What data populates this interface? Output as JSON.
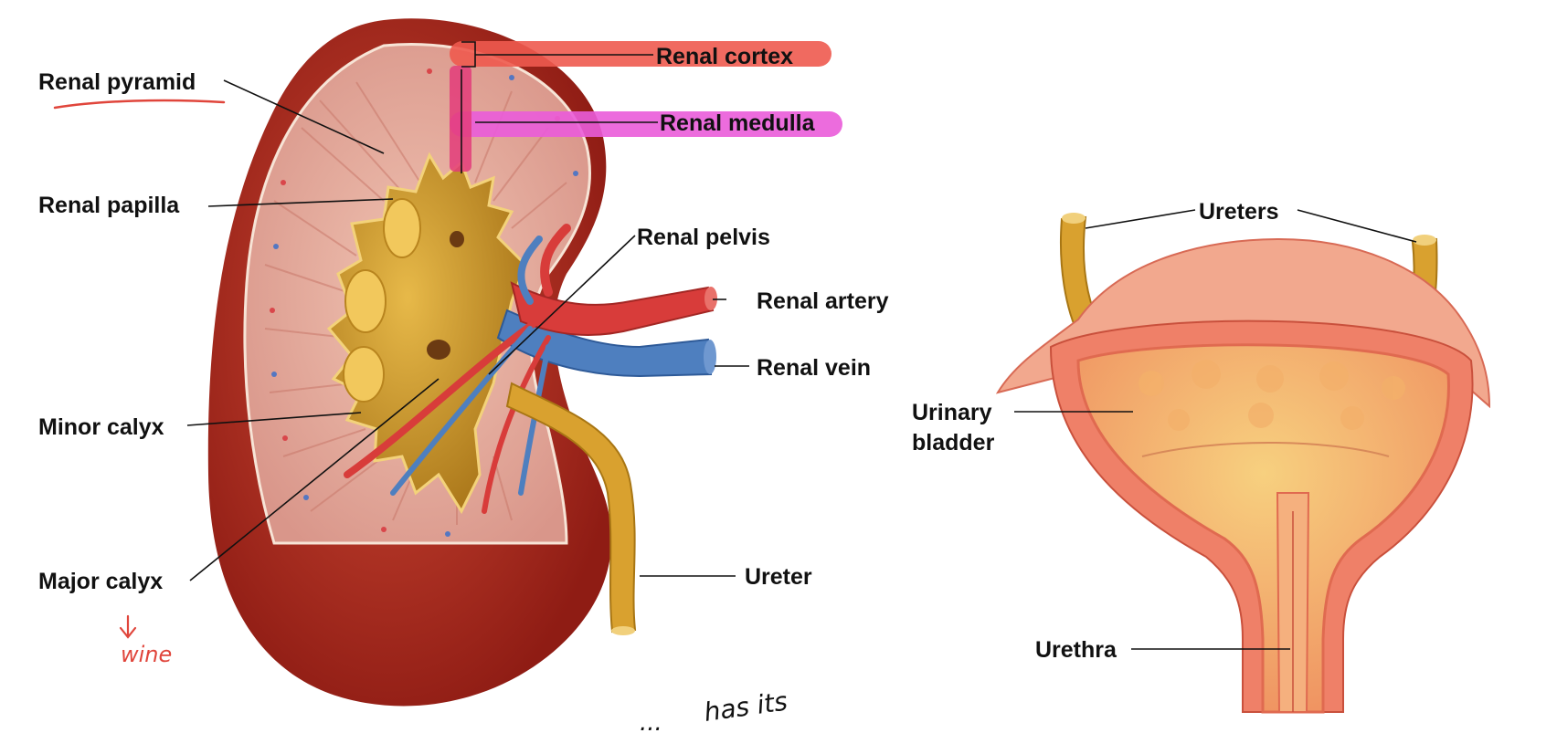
{
  "kidney": {
    "labels": {
      "renal_pyramid": "Renal pyramid",
      "renal_cortex": "Renal cortex",
      "renal_medulla": "Renal medulla",
      "renal_papilla": "Renal papilla",
      "renal_pelvis": "Renal pelvis",
      "renal_artery": "Renal artery",
      "renal_vein": "Renal vein",
      "minor_calyx": "Minor calyx",
      "major_calyx": "Major calyx",
      "ureter": "Ureter"
    },
    "highlights": {
      "cortex_color": "#ee5a4f",
      "medulla_color": "#ea5cd9"
    }
  },
  "bladder": {
    "labels": {
      "ureters": "Ureters",
      "urinary_bladder_line1": "Urinary",
      "urinary_bladder_line2": "bladder",
      "urethra": "Urethra"
    }
  },
  "annotations": {
    "ink_color": "#e0453b",
    "major_calyx_note": "wine",
    "bottom_note_1": "has its",
    "bottom_note_2": "..."
  },
  "colors": {
    "kidney_outer": "#b5281c",
    "kidney_inner": "#eab7a4",
    "pelvis": "#d39f2c",
    "artery": "#d83c3a",
    "vein": "#4e7fbf",
    "bladder_wall": "#ef8068",
    "bladder_inner": "#f6c27a"
  }
}
